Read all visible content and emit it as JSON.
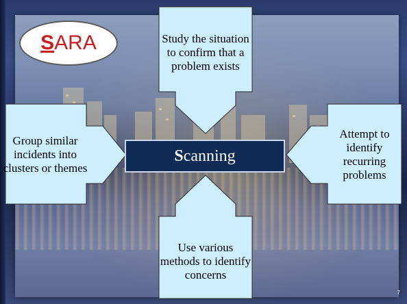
{
  "slide": {
    "badge": {
      "first_letter": "S",
      "rest": "ARA"
    },
    "center": {
      "first_letter": "S",
      "rest": "canning"
    },
    "top_text": "Study the situation to confirm that a problem exists",
    "left_text": "Group similar incidents into clusters or themes",
    "right_text": "Attempt to identify recurring problems",
    "bottom_text": "Use various methods to identify concerns",
    "page_number": "7"
  },
  "colors": {
    "arrow_fill": "#cdeeff",
    "center_fill": "#0e2a55",
    "badge_text": "#c81e1e"
  }
}
